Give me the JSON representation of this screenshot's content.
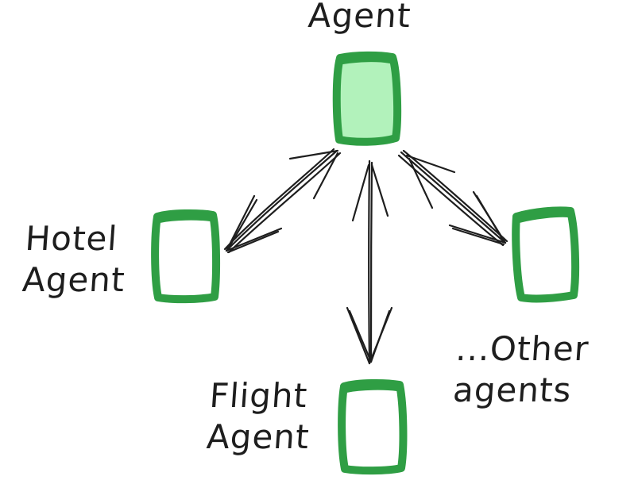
{
  "diagram": {
    "colors": {
      "node_stroke": "#2f9e44",
      "main_node_fill": "#b2f2bb",
      "arrow": "#1e1e1e",
      "text": "#1e1e1e"
    },
    "nodes": {
      "main": {
        "label": "Agent"
      },
      "hotel": {
        "label_line1": "Hotel",
        "label_line2": "Agent"
      },
      "flight": {
        "label_line1": "Flight",
        "label_line2": "Agent"
      },
      "other": {
        "label_line1": "...Other",
        "label_line2": "agents"
      }
    }
  }
}
